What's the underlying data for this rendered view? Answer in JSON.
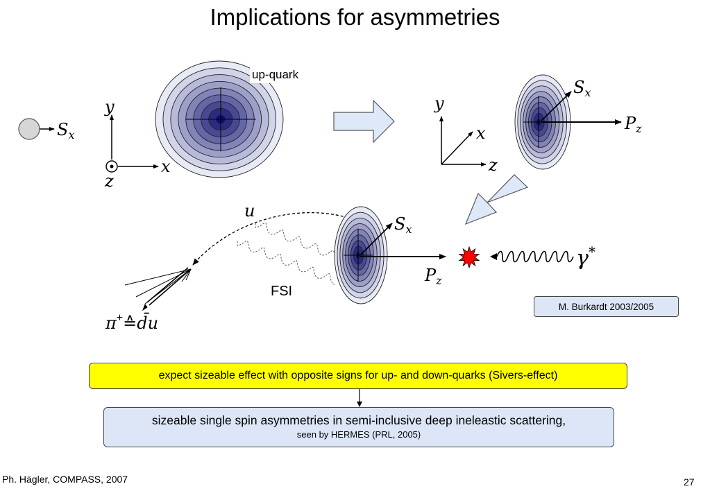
{
  "slide": {
    "title": "Implications for asymmetries",
    "footer_left": "Ph. Hägler, COMPASS, 2007",
    "page_number": "27"
  },
  "diagram": {
    "upquark_label": "up-quark",
    "fsi_label": "FSI",
    "reference": "M. Burkardt 2003/2005",
    "math": {
      "S": "S",
      "x_sub": "x",
      "P": "P",
      "z_sub": "z",
      "x": "x",
      "y": "y",
      "z": "z",
      "u": "u",
      "gamma": "γ",
      "star": "*",
      "pi_text": "π",
      "plus": "+",
      "hateq": "≙",
      "dbar": "d̄u"
    }
  },
  "boxes": {
    "expect": "expect sizeable effect with opposite signs for up- and down-quarks (Sivers-effect)",
    "result_line1": "sizeable single spin asymmetries in semi-inclusive deep ineleastic scattering,",
    "result_line2": "seen by HERMES (PRL, 2005)"
  },
  "colors": {
    "contour_outer": "#e8eaf6",
    "contour_inner": "#0d0d70",
    "arrow_fill": "#dde8f8",
    "photon_vertex": "#ff0000",
    "highlight_box": "#ffff00"
  }
}
